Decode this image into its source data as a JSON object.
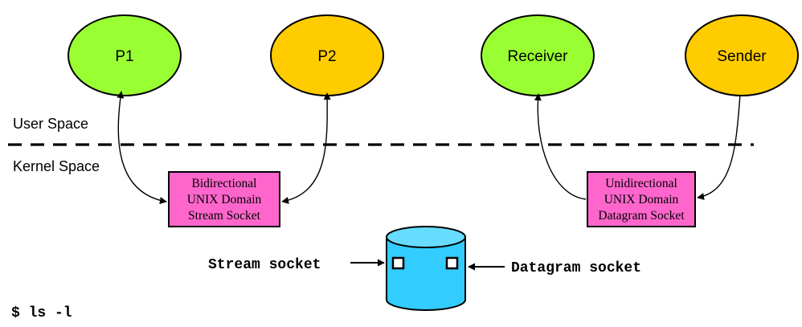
{
  "processes": {
    "p1": {
      "label": "P1",
      "color": "#99ff33"
    },
    "p2": {
      "label": "P2",
      "color": "#ffcc00"
    },
    "receiver": {
      "label": "Receiver",
      "color": "#99ff33"
    },
    "sender": {
      "label": "Sender",
      "color": "#ffcc00"
    }
  },
  "spaces": {
    "user": "User Space",
    "kernel": "Kernel Space"
  },
  "sockets": {
    "color": "#ff66cc",
    "stream": {
      "line1": "Bidirectional",
      "line2": "UNIX Domain",
      "line3": "Stream Socket"
    },
    "datagram": {
      "line1": "Unidirectional",
      "line2": "UNIX Domain",
      "line3": "Datagram Socket"
    }
  },
  "filesystem": {
    "color": "#33ccff",
    "top_color": "#66ddff",
    "stream_label": "Stream socket",
    "datagram_label": "Datagram socket"
  },
  "command": "$ ls -l"
}
